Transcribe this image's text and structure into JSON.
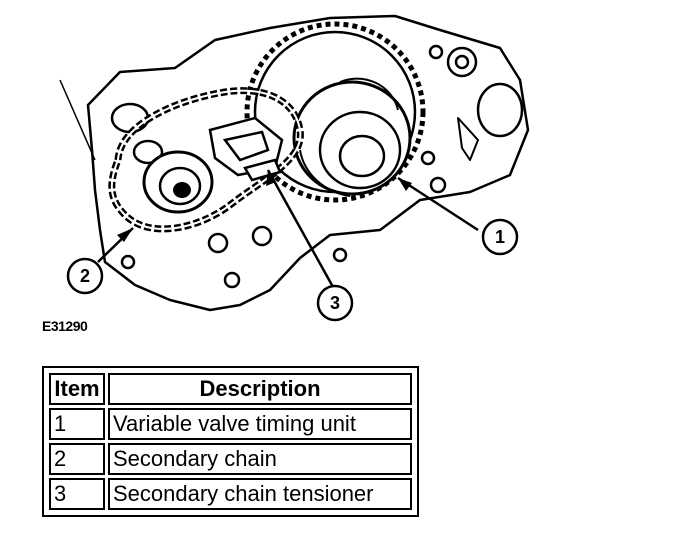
{
  "figure": {
    "id": "E31290",
    "callouts": [
      "1",
      "2",
      "3"
    ]
  },
  "legend": {
    "headers": {
      "item": "Item",
      "description": "Description"
    },
    "rows": [
      {
        "item": "1",
        "description": "Variable valve timing unit"
      },
      {
        "item": "2",
        "description": "Secondary chain"
      },
      {
        "item": "3",
        "description": "Secondary chain tensioner"
      }
    ]
  }
}
